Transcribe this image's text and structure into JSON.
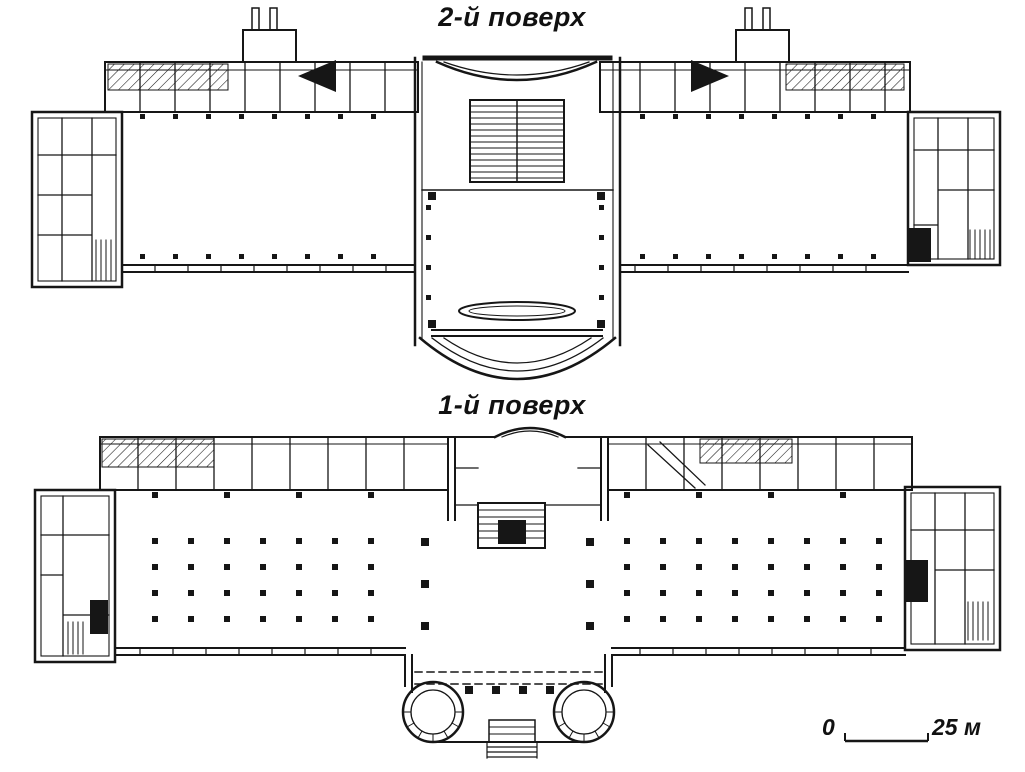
{
  "colors": {
    "ink": "#161616",
    "paper": "#ffffff"
  },
  "plans": [
    {
      "title": "2-й поверх"
    },
    {
      "title": "1-й поверх"
    }
  ],
  "scale_bar": {
    "start_label": "0",
    "end_label": "25 м"
  }
}
